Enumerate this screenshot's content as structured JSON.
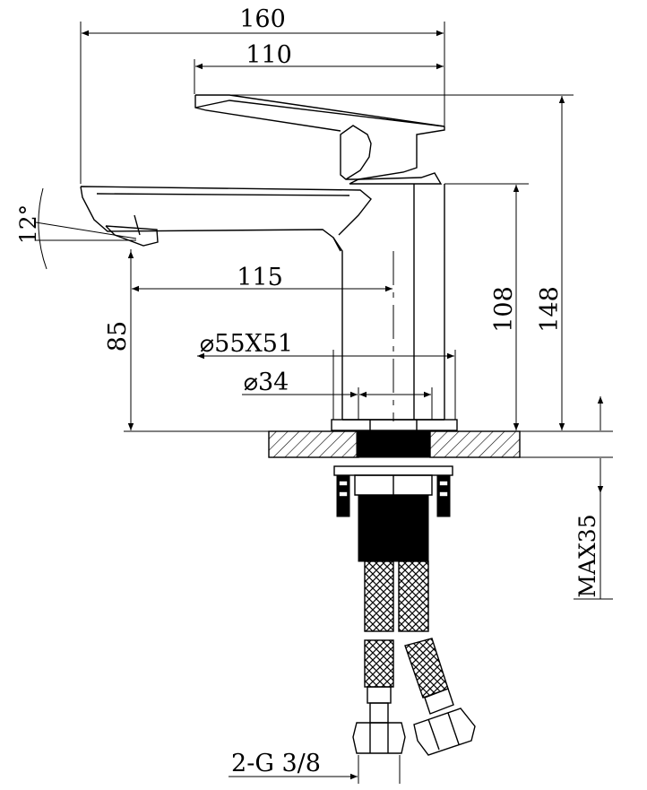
{
  "dimensions": {
    "overall_length": "160",
    "handle_length": "110",
    "spout_reach": "115",
    "spout_height": "85",
    "body_height": "108",
    "total_height": "148",
    "base_size": "⌀55X51",
    "body_diameter": "⌀34",
    "spout_angle": "12°",
    "max_deck_thickness": "MAX35",
    "connection_thread": "2-G 3/8"
  },
  "colors": {
    "line": "#000000",
    "background": "#ffffff"
  }
}
